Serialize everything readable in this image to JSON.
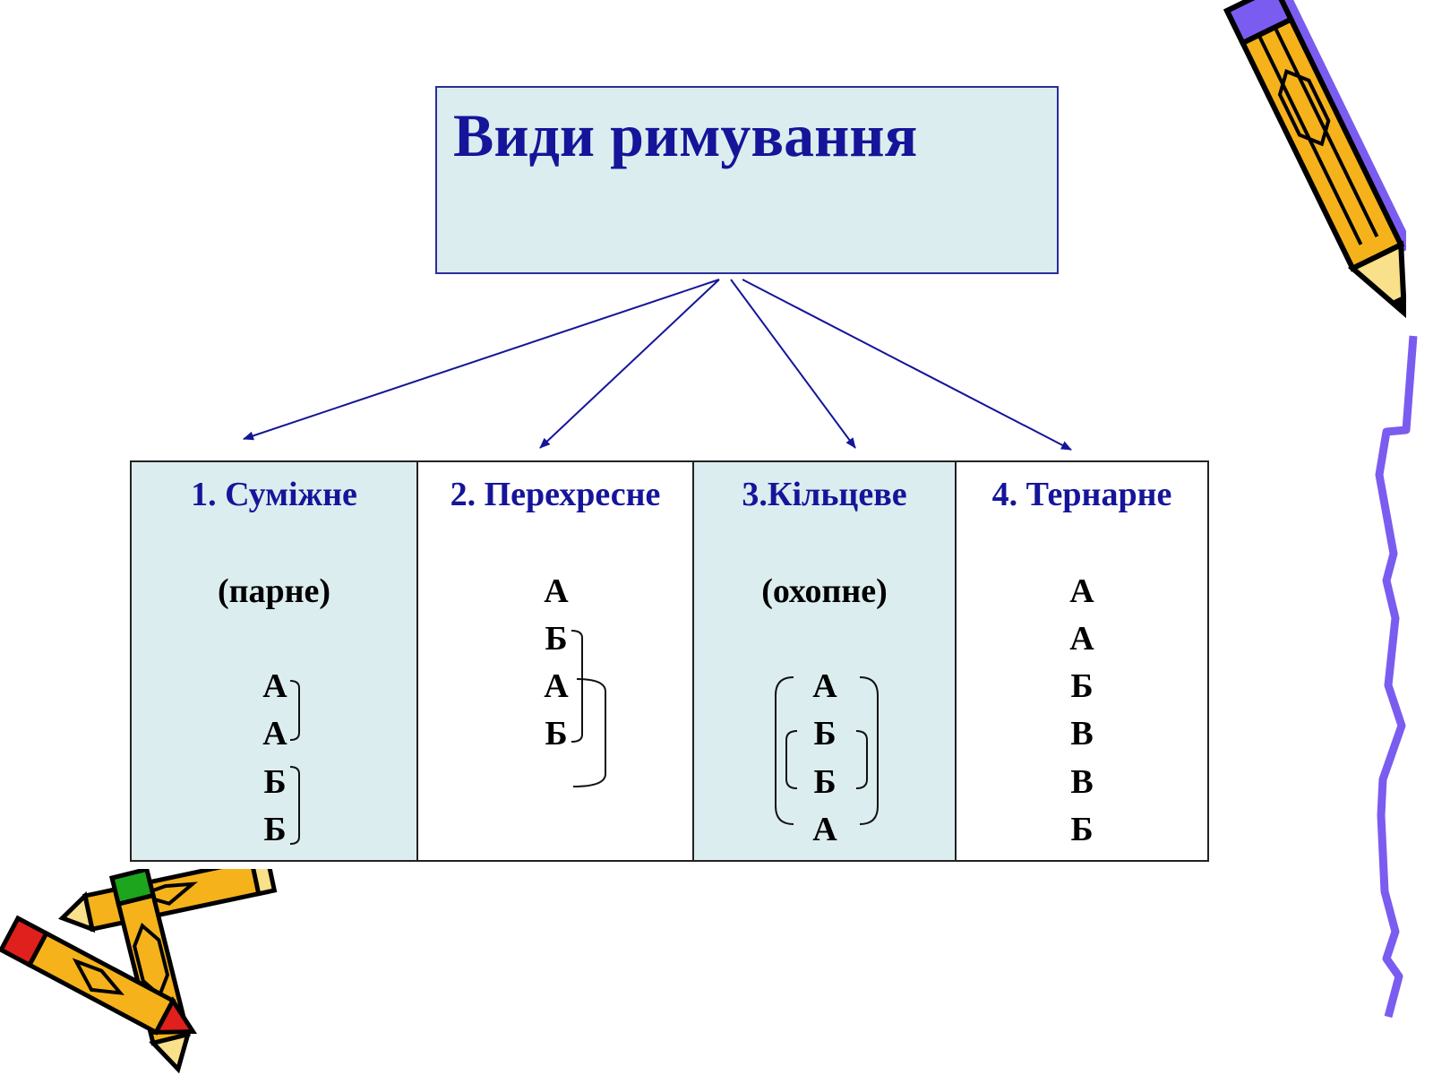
{
  "title": "Види римування",
  "columns": [
    {
      "title": "1.   Суміжне",
      "subtitle": "(парне)",
      "letters": [
        "А",
        "А",
        "Б",
        "Б"
      ]
    },
    {
      "title": "2. Перехресне",
      "subtitle": "",
      "letters": [
        "А",
        "Б",
        "А",
        "Б"
      ]
    },
    {
      "title": "3.Кільцеве",
      "subtitle": "(охопне)",
      "letters": [
        "А",
        "Б",
        "Б",
        "А"
      ]
    },
    {
      "title": "4. Тернарне",
      "subtitle": "",
      "letters": [
        "А",
        "А",
        "Б",
        "В",
        "В",
        "Б"
      ]
    }
  ],
  "colors": {
    "accent": "#15159a",
    "box_fill": "#dcedef",
    "pencil_body": "#f5b21b",
    "pencil_shadow": "#7b5cf0",
    "eraser_red": "#e0201c",
    "eraser_green": "#1da51d"
  },
  "icons": [
    "pencil-icon",
    "pencils-icon",
    "squiggle-line-icon"
  ]
}
